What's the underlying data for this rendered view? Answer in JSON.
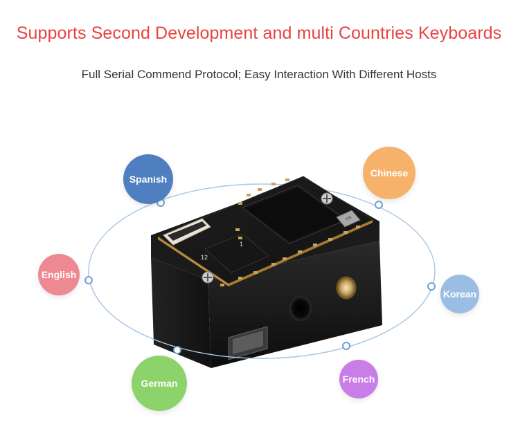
{
  "header": {
    "title": "Supports Second Development and multi Countries Keyboards",
    "subtitle": "Full Serial Commend Protocol; Easy Interaction With Different Hosts"
  },
  "colors": {
    "title": "#e8423f",
    "subtitle": "#333333",
    "orbit": "#a9c7e6",
    "node": "#6e9fd3"
  },
  "languages": {
    "spanish": {
      "label": "Spanish",
      "color": "#4f7fc0"
    },
    "chinese": {
      "label": "Chinese",
      "color": "#f6b26b"
    },
    "english": {
      "label": "English",
      "color": "#ee8891"
    },
    "korean": {
      "label": "Korean",
      "color": "#9bbde3"
    },
    "german": {
      "label": "German",
      "color": "#8bd36a"
    },
    "french": {
      "label": "French",
      "color": "#c97de6"
    }
  },
  "module": {
    "silkscreen_1": "1",
    "silkscreen_12": "12",
    "chip_marking": "GS"
  }
}
